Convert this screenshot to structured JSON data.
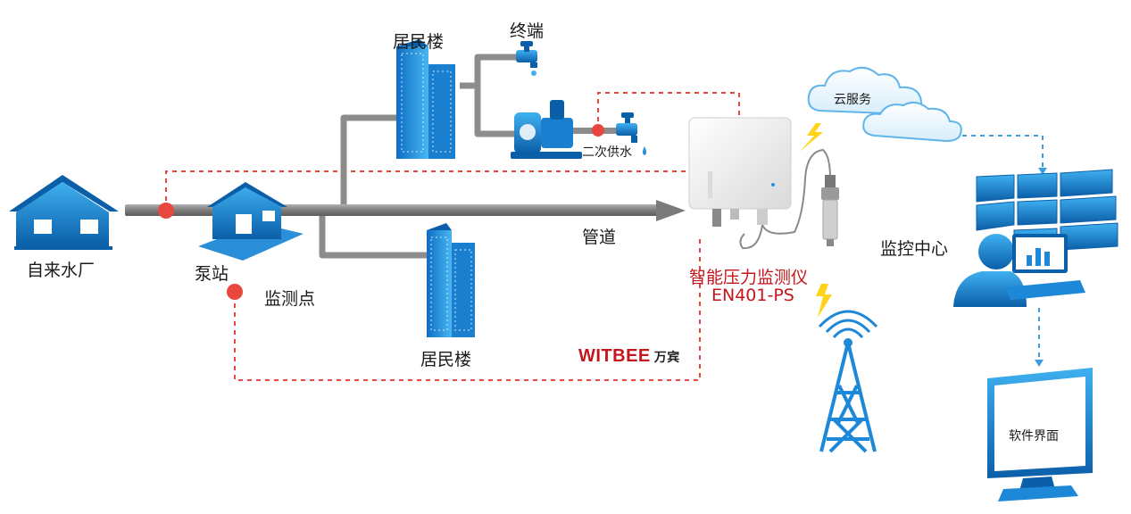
{
  "labels": {
    "waterworks": "自来水厂",
    "pump_station": "泵站",
    "monitor_point": "监测点",
    "building_top": "居民楼",
    "building_bottom": "居民楼",
    "terminal": "终端",
    "secondary_supply": "二次供水",
    "pipeline": "管道",
    "cloud": "云服务",
    "monitor_center": "监控中心",
    "software_ui": "软件界面"
  },
  "device": {
    "name": "智能压力监测仪",
    "model": "EN401-PS"
  },
  "brand": {
    "name": "WITBEE",
    "name_cn": "万宾"
  },
  "colors": {
    "blue": "#1e88d8",
    "blue_dark": "#0b5fa8",
    "pipe": "#8a8a8a",
    "signal_red": "#e8473f",
    "brand_red": "#c4161c",
    "dashed_blue": "#3c9ee0"
  }
}
